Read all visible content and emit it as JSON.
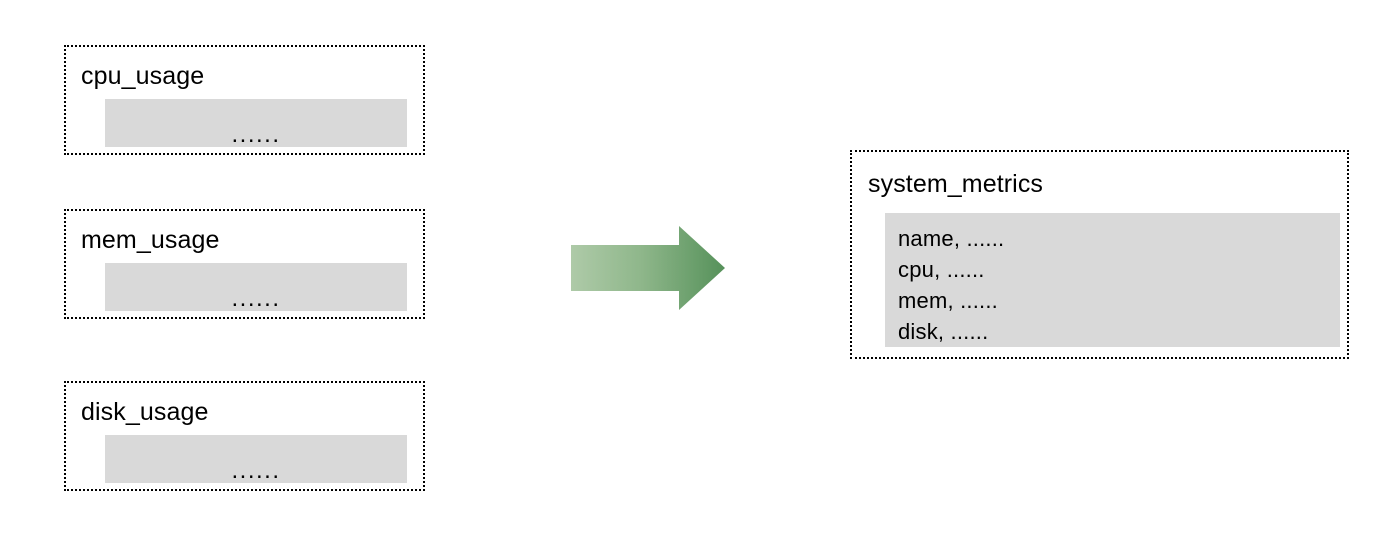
{
  "diagram": {
    "type": "flow",
    "title": "",
    "sources": [
      {
        "name": "cpu_usage",
        "body_text": "......"
      },
      {
        "name": "mem_usage",
        "body_text": "......"
      },
      {
        "name": "disk_usage",
        "body_text": "......"
      }
    ],
    "arrow": {
      "icon": "right-arrow-icon",
      "direction": "right",
      "gradient_from": "#a9c8a4",
      "gradient_to": "#589457"
    },
    "target": {
      "name": "system_metrics",
      "fields": [
        "name, ......",
        "cpu, ......",
        "mem, ......",
        "disk, ......"
      ]
    },
    "colors": {
      "body_fill": "#d9d9d9",
      "border": "#000000",
      "background": "#ffffff",
      "text": "#000000"
    }
  }
}
